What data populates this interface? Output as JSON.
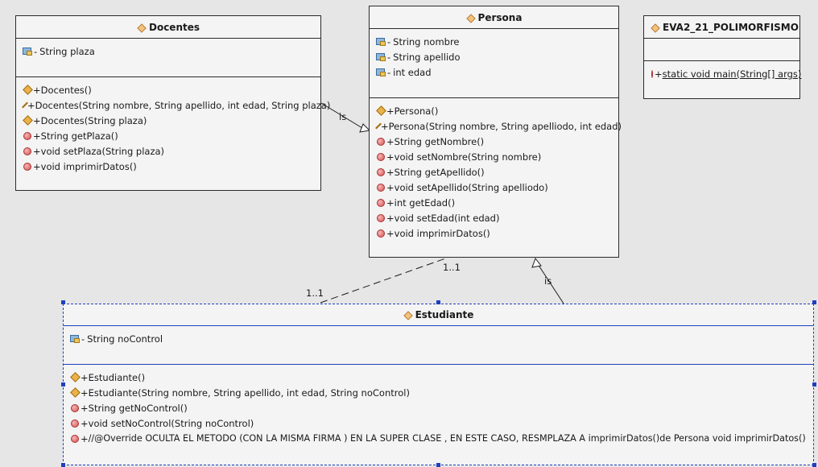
{
  "classes": {
    "docentes": {
      "name": "Docentes",
      "fields": [
        {
          "vis": "-",
          "text": "String plaza"
        }
      ],
      "methods": [
        {
          "kind": "ctor",
          "vis": "+",
          "text": "Docentes()"
        },
        {
          "kind": "ctor",
          "vis": "+",
          "text": "Docentes(String nombre, String apellido, int edad, String plaza)"
        },
        {
          "kind": "ctor",
          "vis": "+",
          "text": "Docentes(String plaza)"
        },
        {
          "kind": "method",
          "vis": "+",
          "text": "String getPlaza()"
        },
        {
          "kind": "method",
          "vis": "+",
          "text": "void setPlaza(String plaza)"
        },
        {
          "kind": "method",
          "vis": "+",
          "text": "void imprimirDatos()"
        }
      ]
    },
    "persona": {
      "name": "Persona",
      "fields": [
        {
          "vis": "-",
          "text": "String nombre"
        },
        {
          "vis": "-",
          "text": "String apellido"
        },
        {
          "vis": "-",
          "text": "int edad"
        }
      ],
      "methods": [
        {
          "kind": "ctor",
          "vis": "+",
          "text": "Persona()"
        },
        {
          "kind": "ctor",
          "vis": "+",
          "text": "Persona(String nombre, String apelliodo, int edad)"
        },
        {
          "kind": "method",
          "vis": "+",
          "text": "String getNombre()"
        },
        {
          "kind": "method",
          "vis": "+",
          "text": "void setNombre(String nombre)"
        },
        {
          "kind": "method",
          "vis": "+",
          "text": "String getApellido()"
        },
        {
          "kind": "method",
          "vis": "+",
          "text": "void setApellido(String apelliodo)"
        },
        {
          "kind": "method",
          "vis": "+",
          "text": "int getEdad()"
        },
        {
          "kind": "method",
          "vis": "+",
          "text": "void setEdad(int edad)"
        },
        {
          "kind": "method",
          "vis": "+",
          "text": "void imprimirDatos()"
        }
      ]
    },
    "eva": {
      "name": "EVA2_21_POLIMORFISMO",
      "fields": [],
      "methods": [
        {
          "kind": "method",
          "vis": "+",
          "text": "static void main(String[] args)",
          "underline": true
        }
      ]
    },
    "estudiante": {
      "name": "Estudiante",
      "fields": [
        {
          "vis": "-",
          "text": "String noControl"
        }
      ],
      "methods": [
        {
          "kind": "ctor",
          "vis": "+",
          "text": "Estudiante()"
        },
        {
          "kind": "ctor",
          "vis": "+",
          "text": "Estudiante(String nombre, String apellido, int edad, String noControl)"
        },
        {
          "kind": "method",
          "vis": "+",
          "text": "String getNoControl()"
        },
        {
          "kind": "method",
          "vis": "+",
          "text": "void setNoControl(String noControl)"
        },
        {
          "kind": "method",
          "vis": "+",
          "text": "//@Override OCULTA EL METODO (CON LA MISMA FIRMA ) EN LA SUPER CLASE , EN ESTE CASO, RESMPLAZA A imprimirDatos()de Persona void imprimirDatos()"
        }
      ]
    }
  },
  "edges": {
    "docentes_is": "is",
    "estudiante_is": "is",
    "assoc_left": "1..1",
    "assoc_right": "1..1"
  },
  "colors": {
    "selection": "#1f3fbf",
    "background": "#e6e6e6"
  }
}
